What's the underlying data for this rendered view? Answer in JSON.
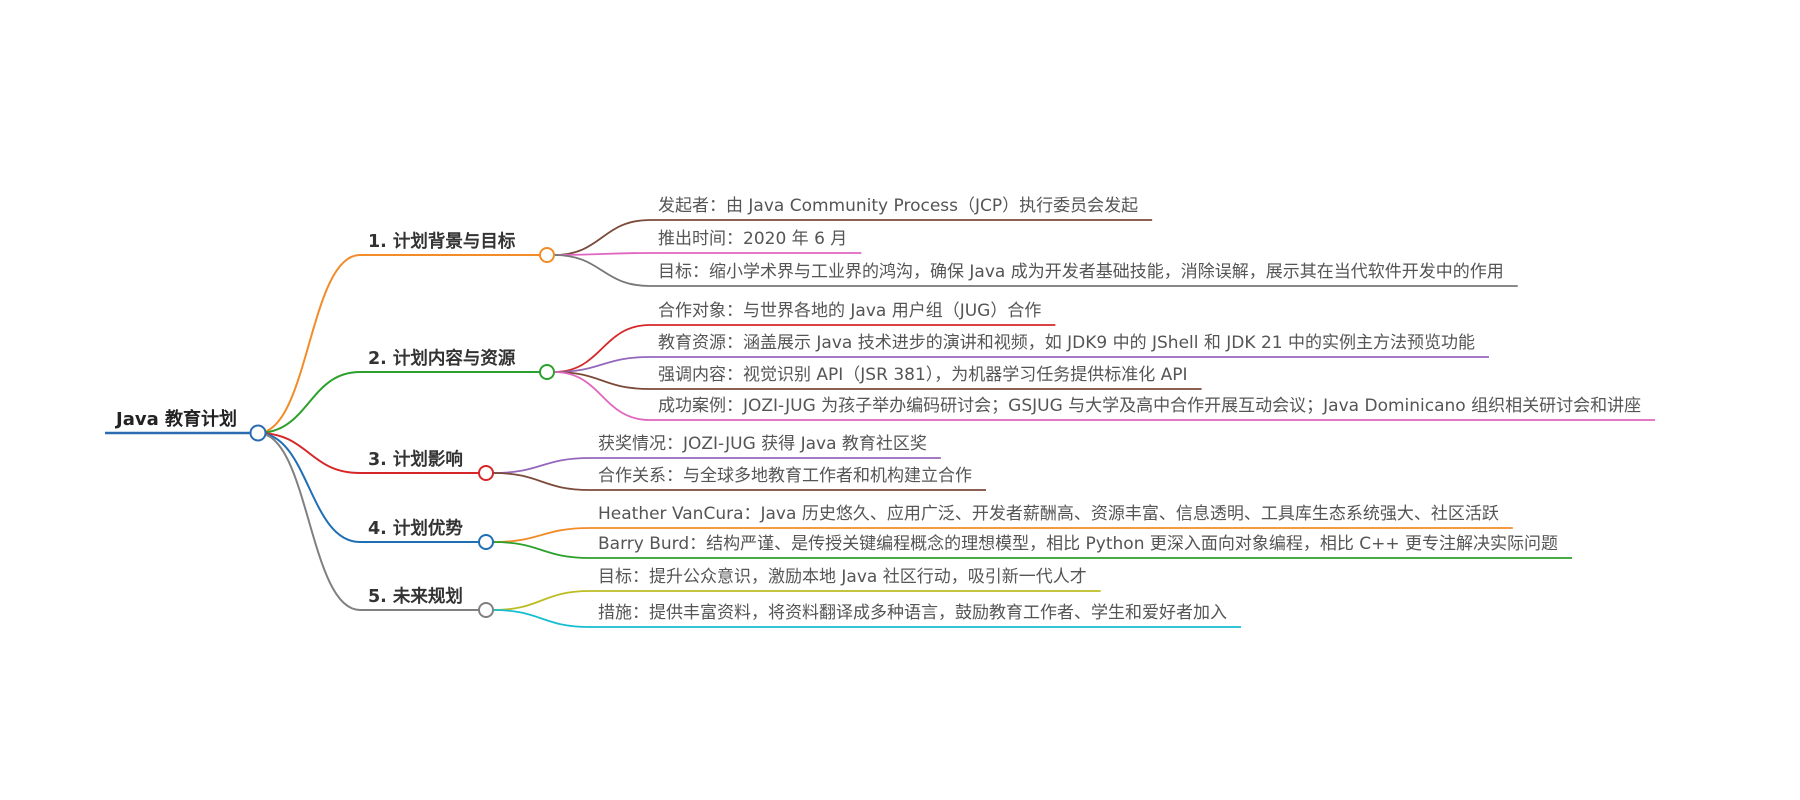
{
  "mindmap": {
    "root": {
      "label": "Java 教育计划",
      "color": "#2b6cb0"
    },
    "branches": [
      {
        "label": "1. 计划背景与目标",
        "color": "#f28c28",
        "children": [
          {
            "text": "发起者：由 Java Community Process（JCP）执行委员会发起",
            "color": "#7b4a3a"
          },
          {
            "text": "推出时间：2020 年 6 月",
            "color": "#e066c0"
          },
          {
            "text": "目标：缩小学术界与工业界的鸿沟，确保 Java 成为开发者基础技能，消除误解，展示其在当代软件开发中的作用",
            "color": "#777777"
          }
        ]
      },
      {
        "label": "2. 计划内容与资源",
        "color": "#2ca02c",
        "children": [
          {
            "text": "合作对象：与世界各地的 Java 用户组（JUG）合作",
            "color": "#d62728"
          },
          {
            "text": "教育资源：涵盖展示 Java 技术进步的演讲和视频，如 JDK9 中的 JShell 和 JDK 21 中的实例主方法预览功能",
            "color": "#9467bd"
          },
          {
            "text": "强调内容：视觉识别 API（JSR 381），为机器学习任务提供标准化 API",
            "color": "#7b4a3a"
          },
          {
            "text": "成功案例：JOZI-JUG 为孩子举办编码研讨会；GSJUG 与大学及高中合作开展互动会议；Java Dominicano 组织相关研讨会和讲座",
            "color": "#e066c0"
          }
        ]
      },
      {
        "label": "3. 计划影响",
        "color": "#d62728",
        "children": [
          {
            "text": "获奖情况：JOZI-JUG 获得 Java 教育社区奖",
            "color": "#9467bd"
          },
          {
            "text": "合作关系：与全球多地教育工作者和机构建立合作",
            "color": "#7b4a3a"
          }
        ]
      },
      {
        "label": "4. 计划优势",
        "color": "#1f6fb4",
        "children": [
          {
            "text": "Heather VanCura：Java 历史悠久、应用广泛、开发者薪酬高、资源丰富、信息透明、工具库生态系统强大、社区活跃",
            "color": "#f28c28"
          },
          {
            "text": "Barry Burd：结构严谨、是传授关键编程概念的理想模型，相比 Python 更深入面向对象编程，相比 C++ 更专注解决实际问题",
            "color": "#2ca02c"
          }
        ]
      },
      {
        "label": "5. 未来规划",
        "color": "#808080",
        "children": [
          {
            "text": "目标：提升公众意识，激励本地 Java 社区行动，吸引新一代人才",
            "color": "#bcbd22"
          },
          {
            "text": "措施：提供丰富资料，将资料翻译成多种语言，鼓励教育工作者、学生和爱好者加入",
            "color": "#17becf"
          }
        ]
      }
    ]
  }
}
